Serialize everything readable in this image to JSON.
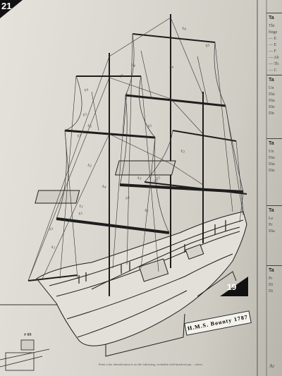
{
  "page": {
    "step_top_left": "21",
    "step_right": "19",
    "ship_nameplate": "H.M.S. Bounty 1787",
    "part_labels": [
      "E4",
      "E5",
      "E4",
      "E5",
      "E4",
      "E4",
      "E3",
      "E3",
      "E2",
      "E2",
      "E3",
      "E2",
      "E1",
      "E1",
      "E1",
      "A1",
      "A1",
      "A2",
      "A4",
      "A5",
      "A3",
      "E3"
    ],
    "inset_label": "# 09",
    "panels": [
      {
        "title": "Ta",
        "lines": [
          "Thi",
          "finge",
          "— E",
          "— E",
          "— F",
          "— Ab",
          "— Th",
          "— C"
        ]
      },
      {
        "title": "Ta",
        "lines": [
          "Un",
          "Dia",
          "Dia",
          "Die",
          "Dir"
        ]
      },
      {
        "title": "Ta",
        "lines": [
          "Un",
          "Dia",
          "Dia",
          "Die"
        ]
      },
      {
        "title": "Ta",
        "lines": [
          "Le",
          "Pr",
          "Dia"
        ]
      },
      {
        "title": "Ta",
        "lines": [
          "Pr",
          "Di",
          "Di"
        ]
      }
    ],
    "bottom_right_label": "Ar",
    "caption": "Paint color identification is on the following, workable with brush not pa... colors."
  },
  "colors": {
    "ink": "#1d1d1d",
    "paper": "#dedcd4",
    "badge_bg": "#111111"
  }
}
